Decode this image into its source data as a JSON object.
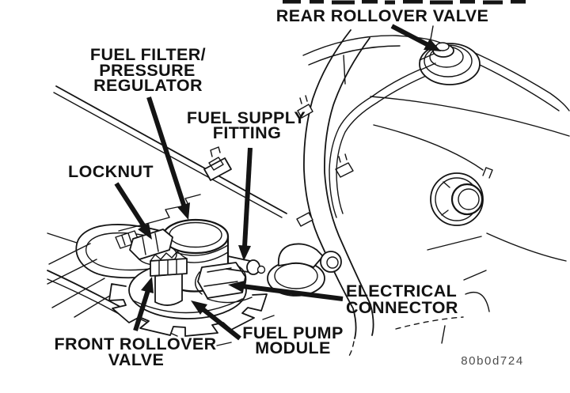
{
  "figure": {
    "type": "technical-illustration",
    "subject": "Fuel pump module and fuel tank assembly",
    "part_code": "80b0d724",
    "colors": {
      "ink": "#141414",
      "background": "#ffffff",
      "part_code_ink": "#4d4d4d"
    },
    "labels": {
      "rear_rollover_valve": "REAR ROLLOVER VALVE",
      "fuel_filter_1": "FUEL FILTER/",
      "fuel_filter_2": "PRESSURE",
      "fuel_filter_3": "REGULATOR",
      "fuel_supply_1": "FUEL SUPPLY",
      "fuel_supply_2": "FITTING",
      "locknut": "LOCKNUT",
      "electrical_1": "ELECTRICAL",
      "electrical_2": "CONNECTOR",
      "front_rollover_1": "FRONT ROLLOVER",
      "front_rollover_2": "VALVE",
      "fuel_pump_1": "FUEL PUMP",
      "fuel_pump_2": "MODULE"
    }
  }
}
